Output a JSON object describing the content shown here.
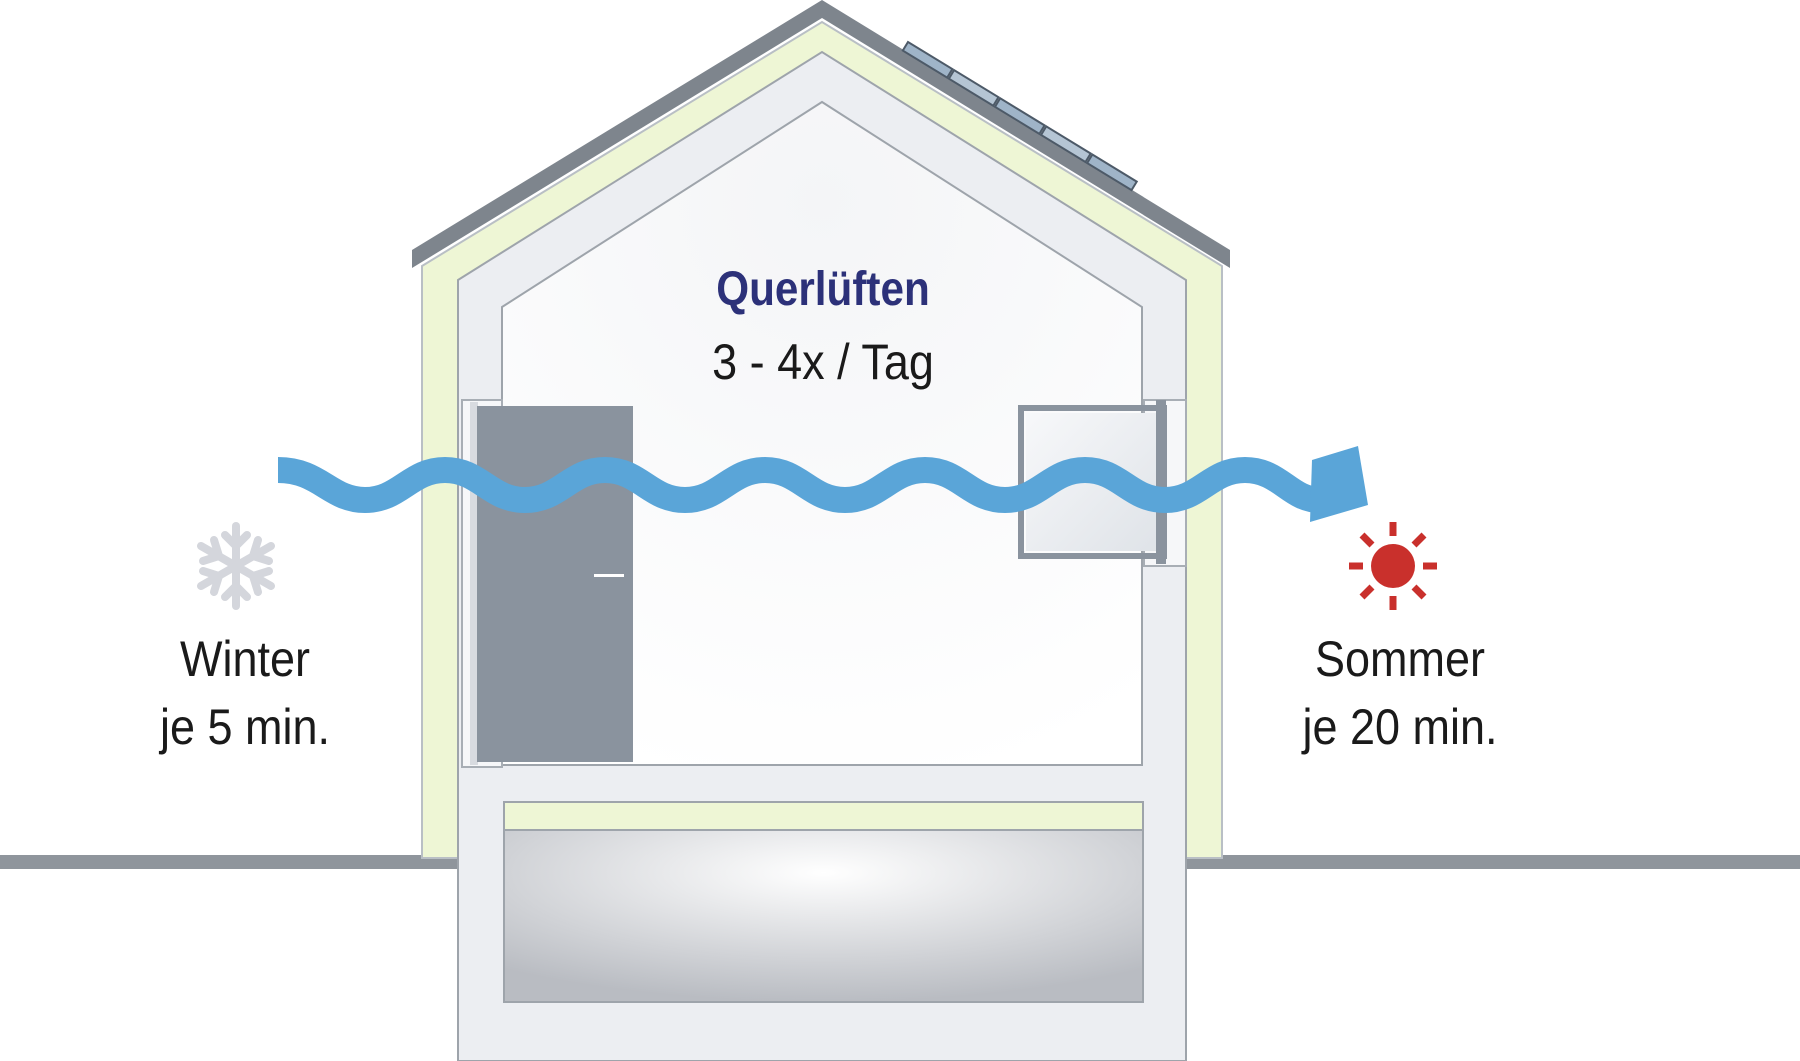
{
  "diagram": {
    "title": "Querlüften",
    "frequency": "3 - 4x / Tag",
    "winter": {
      "season": "Winter",
      "duration": "je 5 min.",
      "icon": "snowflake-icon",
      "color": "#d4d6dc"
    },
    "summer": {
      "season": "Sommer",
      "duration": "je 20 min.",
      "icon": "sun-icon",
      "color": "#c9302c"
    },
    "colors": {
      "title": "#2c3179",
      "airflow": "#5aa5d8",
      "insulation": "#eef6d5",
      "wall": "#eceef2",
      "ground": "#8f959c",
      "roof": "#7e858d",
      "door": "#8a939e",
      "solar_panel": "#9fb4c8"
    }
  }
}
